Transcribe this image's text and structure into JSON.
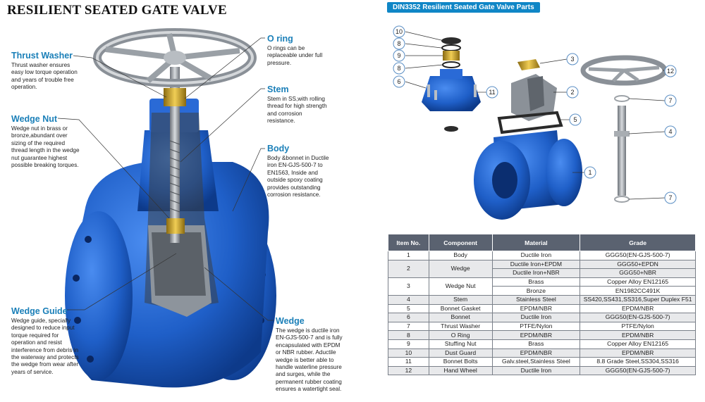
{
  "main_title": "RESILIENT SEATED GATE VALVE",
  "parts_title": "DIN3352 Resilient Seated Gate Valve Parts",
  "callouts": {
    "thrust_washer": {
      "title": "Thrust Washer",
      "text": "Thrust washer ensures easy low torque operation and years of trouble free operation."
    },
    "wedge_nut": {
      "title": "Wedge Nut",
      "text": "Wedge nut in brass or bronze,abundant over sizing of the required thread length in the wedge nut guarantee highest possible breaking torques."
    },
    "wedge_guide": {
      "title": "Wedge Guide",
      "text": "Wedge guide, specially designed to reduce input torque required for operation and resist interference from debris in the waterway and protects the wedge from wear after years of service."
    },
    "o_ring": {
      "title": "O ring",
      "text": "O rings can be replaceable under full pressure."
    },
    "stem": {
      "title": "Stem",
      "text": "Stem in SS,with rolling thread for high strength and corrosion resistance."
    },
    "body": {
      "title": "Body",
      "text": "Body &bonnet in Ductile iron EN-GJS-500-7 to EN1563, Inside and outside spoxy coating provides outstanding corrosion resistance."
    },
    "wedge": {
      "title": "Wedge",
      "text": "The wedge is ductile iron EN-GJS-500-7 and is fully encapsulated with EPDM or NBR rubber. Aductile wedge is better able to handle waterline pressure and surges, while the permanent rubber coating ensures a watertight seal."
    }
  },
  "part_labels": {
    "p10": "10",
    "p8a": "8",
    "p9": "9",
    "p8b": "8",
    "p6": "6",
    "p11": "11",
    "p3": "3",
    "p2": "2",
    "p5": "5",
    "p1": "1",
    "p12": "12",
    "p7a": "7",
    "p4": "4",
    "p7b": "7"
  },
  "table": {
    "headers": [
      "Item No.",
      "Component",
      "Material",
      "Grade"
    ],
    "rows": [
      {
        "item": "1",
        "component": "Body",
        "materials": [
          {
            "material": "Ductile Iron",
            "grade": "GGG50(EN-GJS-500-7)"
          }
        ]
      },
      {
        "item": "2",
        "component": "Wedge",
        "materials": [
          {
            "material": "Ductile Iron+EPDM",
            "grade": "GGG50+EPDN"
          },
          {
            "material": "Ductile Iron+NBR",
            "grade": "GGG50+NBR"
          }
        ]
      },
      {
        "item": "3",
        "component": "Wedge Nut",
        "materials": [
          {
            "material": "Brass",
            "grade": "Copper Alloy EN12165"
          },
          {
            "material": "Bronze",
            "grade": "EN1982CC491K"
          }
        ]
      },
      {
        "item": "4",
        "component": "Stem",
        "materials": [
          {
            "material": "Stainless Steel",
            "grade": "SS420,SS431,SS316,Super Duplex F51"
          }
        ]
      },
      {
        "item": "5",
        "component": "Bonnet Gasket",
        "materials": [
          {
            "material": "EPDM/NBR",
            "grade": "EPDM/NBR"
          }
        ]
      },
      {
        "item": "6",
        "component": "Bonnet",
        "materials": [
          {
            "material": "Ductile Iron",
            "grade": "GGG50(EN-GJS-500-7)"
          }
        ]
      },
      {
        "item": "7",
        "component": "Thrust Washer",
        "materials": [
          {
            "material": "PTFE/Nylon",
            "grade": "PTFE/Nylon"
          }
        ]
      },
      {
        "item": "8",
        "component": "O Ring",
        "materials": [
          {
            "material": "EPDM/NBR",
            "grade": "EPDM/NBR"
          }
        ]
      },
      {
        "item": "9",
        "component": "Stuffing Nut",
        "materials": [
          {
            "material": "Brass",
            "grade": "Copper Alloy EN12165"
          }
        ]
      },
      {
        "item": "10",
        "component": "Dust Guard",
        "materials": [
          {
            "material": "EPDM/NBR",
            "grade": "EPDM/NBR"
          }
        ]
      },
      {
        "item": "11",
        "component": "Bonnet Bolts",
        "materials": [
          {
            "material": "Galv.steel,Stainless Steel",
            "grade": "8.8 Grade Steel,SS304,SS316"
          }
        ]
      },
      {
        "item": "12",
        "component": "Hand Wheel",
        "materials": [
          {
            "material": "Ductile Iron",
            "grade": "GGG50(EN-GJS-500-7)"
          }
        ]
      }
    ]
  },
  "colors": {
    "accent": "#1a7fb8",
    "valve_blue": "#1f5fc8",
    "header": "#5a6270",
    "brass": "#c9a227"
  }
}
